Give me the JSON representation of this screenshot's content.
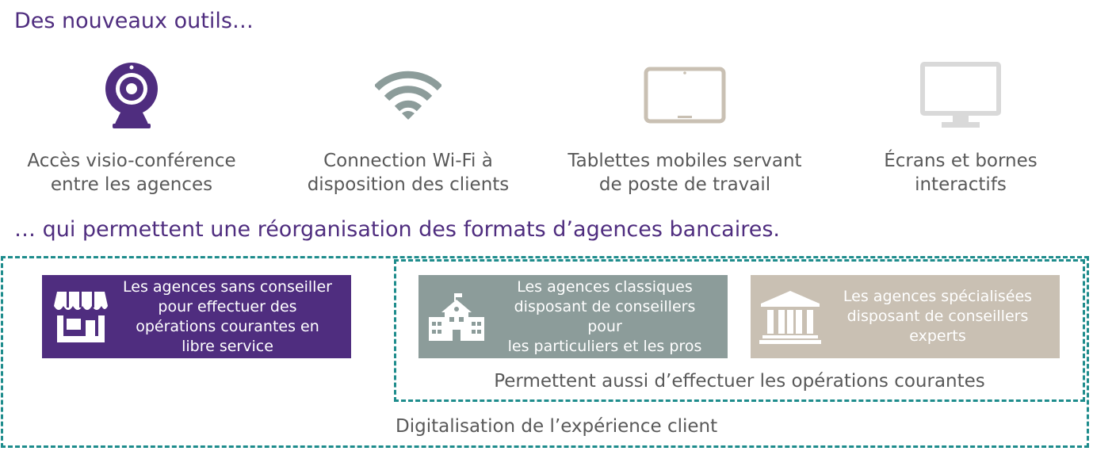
{
  "header": {
    "title": "Des nouveaux outils…",
    "subtitle": "… qui permettent une réorganisation des formats d’agences bancaires."
  },
  "tools": [
    {
      "icon": "webcam-icon",
      "color": "#4f2d7f",
      "line1": "Accès visio-conférence",
      "line2": "entre les agences"
    },
    {
      "icon": "wifi-icon",
      "color": "#8c9c9a",
      "line1": "Connection Wi-Fi à",
      "line2": "disposition des clients"
    },
    {
      "icon": "tablet-icon",
      "color": "#c9c0b3",
      "line1": "Tablettes mobiles servant",
      "line2": "de poste de travail"
    },
    {
      "icon": "monitor-icon",
      "color": "#d9d9d9",
      "line1": "Écrans et bornes",
      "line2": "interactifs"
    }
  ],
  "agencies": {
    "self_service": {
      "icon": "storefront-icon",
      "color": "#4f2d7f",
      "lines": [
        "Les agences sans conseiller",
        "pour effectuer des",
        "opérations courantes en",
        "libre service"
      ]
    },
    "classic": {
      "icon": "school-building-icon",
      "color": "#8c9c9a",
      "lines": [
        "Les agences classiques",
        "disposant de conseillers pour",
        "les particuliers et les pros"
      ]
    },
    "specialized": {
      "icon": "bank-building-icon",
      "color": "#c9c0b3",
      "lines": [
        "Les agences spécialisées",
        "disposant de conseillers",
        "experts"
      ]
    }
  },
  "inner_group_label": "Permettent aussi d’effectuer les opérations courantes",
  "outer_group_label": "Digitalisation de l’expérience client",
  "dashed_border_color": "#1e8c8c"
}
